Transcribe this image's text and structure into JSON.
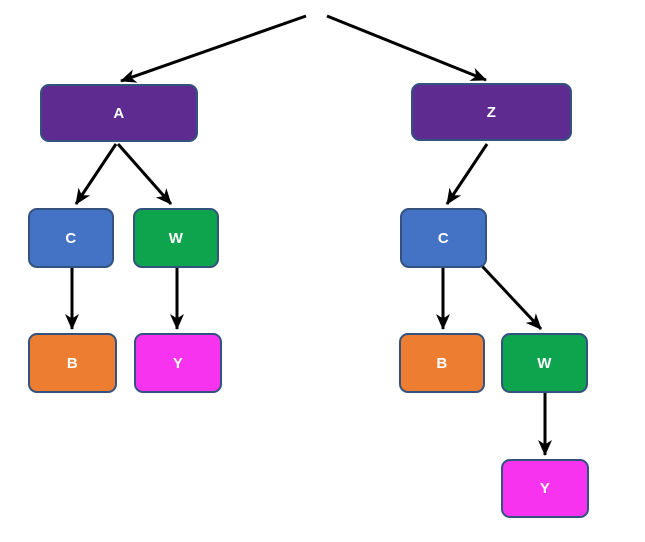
{
  "diagram": {
    "title": "two-tree comparison diagram",
    "nodes": [
      {
        "id": "a",
        "label": "A",
        "color": "purple",
        "level": 1,
        "side": "left"
      },
      {
        "id": "z",
        "label": "Z",
        "color": "purple",
        "level": 1,
        "side": "right"
      },
      {
        "id": "c1",
        "label": "C",
        "color": "blue",
        "level": 2,
        "side": "left"
      },
      {
        "id": "w1",
        "label": "W",
        "color": "green",
        "level": 2,
        "side": "left"
      },
      {
        "id": "b1",
        "label": "B",
        "color": "orange",
        "level": 3,
        "side": "left"
      },
      {
        "id": "y1",
        "label": "Y",
        "color": "magenta",
        "level": 3,
        "side": "left"
      },
      {
        "id": "c2",
        "label": "C",
        "color": "blue",
        "level": 2,
        "side": "right"
      },
      {
        "id": "b2",
        "label": "B",
        "color": "orange",
        "level": 3,
        "side": "right"
      },
      {
        "id": "w2",
        "label": "W",
        "color": "green",
        "level": 3,
        "side": "right"
      },
      {
        "id": "y2",
        "label": "Y",
        "color": "magenta",
        "level": 4,
        "side": "right"
      }
    ],
    "edges": [
      {
        "from": "root",
        "to": "a"
      },
      {
        "from": "root",
        "to": "z"
      },
      {
        "from": "a",
        "to": "c1"
      },
      {
        "from": "a",
        "to": "w1"
      },
      {
        "from": "c1",
        "to": "b1"
      },
      {
        "from": "w1",
        "to": "y1"
      },
      {
        "from": "z",
        "to": "c2"
      },
      {
        "from": "c2",
        "to": "b2"
      },
      {
        "from": "c2",
        "to": "w2"
      },
      {
        "from": "w2",
        "to": "y2"
      }
    ]
  },
  "palette": {
    "purple": "#5E2B91",
    "blue": "#4472C4",
    "green": "#0EA44E",
    "orange": "#ED7D31",
    "magenta": "#F833F0",
    "node_border": "#33527E",
    "node_text": "#FFFFFF",
    "arrow": "#000000",
    "background": "#FFFFFF"
  }
}
